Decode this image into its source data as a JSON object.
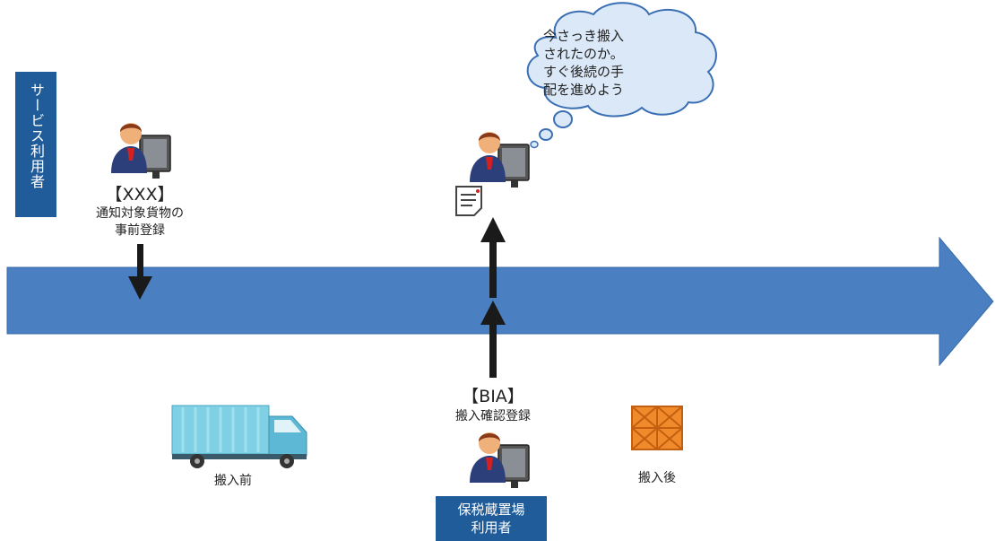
{
  "service_user_label": "サービス利用者",
  "xxx": {
    "code": "【XXX】",
    "line1": "通知対象貨物の",
    "line2": "事前登録"
  },
  "bia": {
    "code": "【BIA】",
    "line1": "搬入確認登録"
  },
  "thought": {
    "line1": "今さっき搬入",
    "line2": "されたのか。",
    "line3": "すぐ後続の手",
    "line4": "配を進めよう"
  },
  "before_label": "搬入前",
  "after_label": "搬入後",
  "bonded_user": {
    "line1": "保税蔵置場",
    "line2": "利用者"
  },
  "colors": {
    "timeline": "#4a7fc1",
    "label_box": "#1f5c99",
    "arrow": "#1a1a1a",
    "cloud_fill": "#dbe8f7",
    "cloud_stroke": "#3b6fb4",
    "cargo": "#f08a2a"
  }
}
